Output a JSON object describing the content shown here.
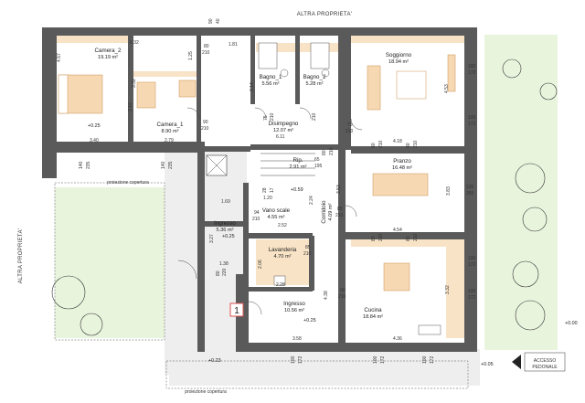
{
  "labels": {
    "top_property": "ALTRA PROPRIETA'",
    "left_property": "ALTRA PROPRIETA'",
    "roof_top": "proiezione copertura",
    "roof_bottom": "proiezione copertura",
    "access": "ACCESSO",
    "access2": "PEDONALE",
    "entrance_marker": "1"
  },
  "rooms": {
    "camera2": {
      "name": "Camera_2",
      "area": "19.19 m²"
    },
    "camera1": {
      "name": "Camera_1",
      "area": "8.90 m²"
    },
    "bagno1": {
      "name": "Bagno_1",
      "area": "5.56 m²"
    },
    "bagno2": {
      "name": "Bagno_2",
      "area": "5.28 m²"
    },
    "disimpegno": {
      "name": "Disimpegno",
      "area": "12.07 m²"
    },
    "soggiorno": {
      "name": "Soggiorno",
      "area": "18.94 m²"
    },
    "rip": {
      "name": "Rip.",
      "area": "2.91 m²"
    },
    "pranzo": {
      "name": "Pranzo",
      "area": "16.48 m²"
    },
    "ingresso_small": {
      "name": "Ingresso",
      "area": "5.36 m²"
    },
    "vano_scale": {
      "name": "Vano scale",
      "area": "4.55 m²"
    },
    "corridoio": {
      "name": "Corridoio",
      "area": "4.09 m²"
    },
    "lavanderia": {
      "name": "Lavanderia",
      "area": "4.70 m²"
    },
    "ingresso_main": {
      "name": "Ingresso",
      "area": "10.56 m²"
    },
    "cucina": {
      "name": "Cucina",
      "area": "18.84 m²"
    }
  },
  "levels": {
    "l_cam2": "+0.25",
    "l_ing_small": "+0.25",
    "l_vano": "+0.59",
    "l_ing_main": "+0.25",
    "l_ext_left": "+0.23",
    "l_ext_right": "+0.05",
    "l_ext_far": "+0.00"
  },
  "dims": {
    "d_632": "6.32",
    "d_457": "4.57",
    "d_181": "1.81",
    "d_125_210": "1.25",
    "d_80a": "80",
    "d_210a": "210",
    "d_90a": "90",
    "d_40a": "40",
    "d_314": "3.14",
    "d_332": "3.32",
    "d_316": "3.16",
    "d_90b": "90",
    "d_210b": "210",
    "d_75a": "75",
    "d_210c": "210",
    "d_210d": "210",
    "d_75b": "75",
    "d_210e": "210",
    "d_611": "6.11",
    "d_340": "3.40",
    "d_279": "2.79",
    "d_453": "4.53",
    "d_100a": "100",
    "d_172a": "172",
    "d_100b": "100",
    "d_172b": "172",
    "d_418": "4.18",
    "d_80b": "80",
    "d_210f": "210",
    "d_80c": "80",
    "d_210g": "210",
    "d_140a": "140",
    "d_235a": "235",
    "d_140b": "140",
    "d_235b": "235",
    "d_65": "65",
    "d_195": "195",
    "d_80d": "80",
    "d_210h": "210",
    "d_353": "3.53",
    "d_383": "3.83",
    "d_135": "135",
    "d_265": "265",
    "d_169": "1.69",
    "d_120": "1.20",
    "d_28": "28",
    "d_17": "17",
    "d_224": "2.24",
    "d_85a": "85",
    "d_210i": "210",
    "d_94": "94",
    "d_210j": "210",
    "d_252": "2.52",
    "d_327": "3.27",
    "d_454": "4.54",
    "d_80e": "80",
    "d_210k": "210",
    "d_80f": "80",
    "d_210l": "210",
    "d_100c": "100",
    "d_172c": "172",
    "d_85b": "85",
    "d_210m": "210",
    "d_206": "2.06",
    "d_138": "1.38",
    "d_80g": "80",
    "d_220": "220",
    "d_228": "2.28",
    "d_100d": "100",
    "d_172d": "172",
    "d_438": "4.38",
    "d_90c": "90",
    "d_210n": "210",
    "d_332b": "3.32",
    "d_358": "3.58",
    "d_436": "4.36",
    "d_100e": "100",
    "d_172e": "172",
    "d_100f": "100",
    "d_172f": "172",
    "d_100g": "100",
    "d_172g": "172"
  },
  "colors": {
    "wall": "#5a5a5a",
    "wood": "#f8e3c6",
    "grass": "#e9f4dd",
    "accent": "#d9534f"
  }
}
